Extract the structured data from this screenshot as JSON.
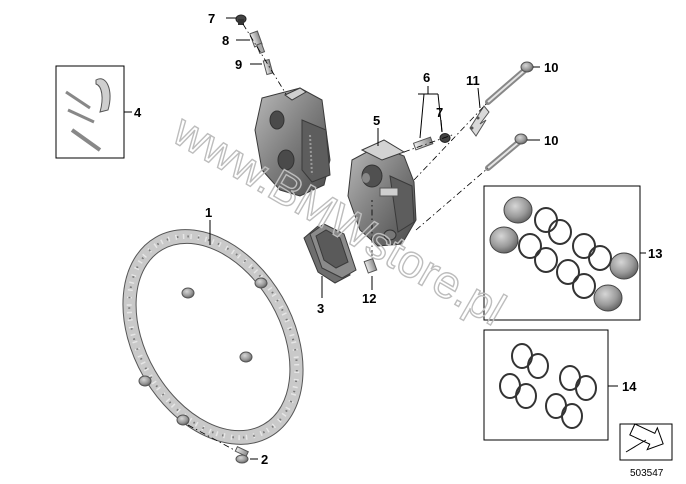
{
  "callouts": {
    "c1": "1",
    "c2": "2",
    "c3": "3",
    "c4": "4",
    "c5": "5",
    "c6": "6",
    "c7a": "7",
    "c7b": "7",
    "c8": "8",
    "c9": "9",
    "c10a": "10",
    "c10b": "10",
    "c11": "11",
    "c12": "12",
    "c13": "13",
    "c14": "14"
  },
  "reference_number": "503547",
  "watermark": "www.BMWstore.pl",
  "icons": {
    "nav": "arrow-box-icon"
  }
}
